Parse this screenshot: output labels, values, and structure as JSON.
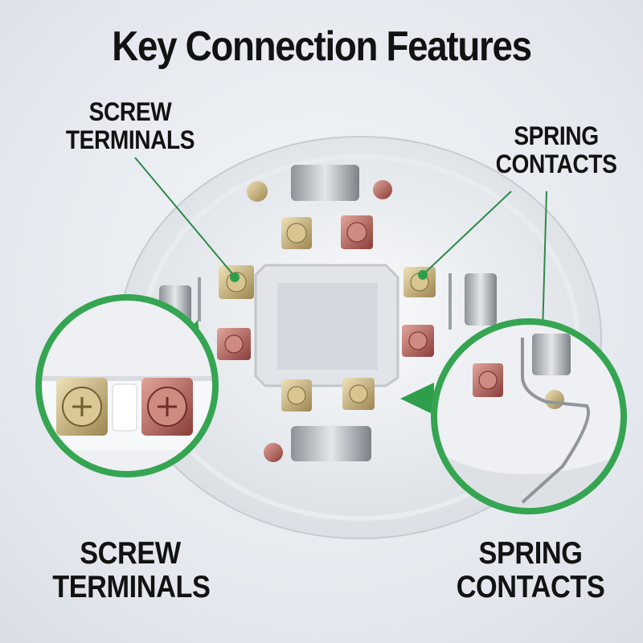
{
  "title": "Key Connection Features",
  "labels": {
    "screw_top": [
      "SCREW",
      "TERMINALS"
    ],
    "spring_top": [
      "SPRING",
      "CONTACTS"
    ],
    "screw_bottom": [
      "SCREW",
      "TERMINALS"
    ],
    "spring_bottom": [
      "SPRING",
      "CONTACTS"
    ]
  },
  "colors": {
    "callout_green": "#2e9e4a",
    "brass": "#c9b27a",
    "copper": "#b5655e",
    "base_white": "#f3f4f6"
  }
}
